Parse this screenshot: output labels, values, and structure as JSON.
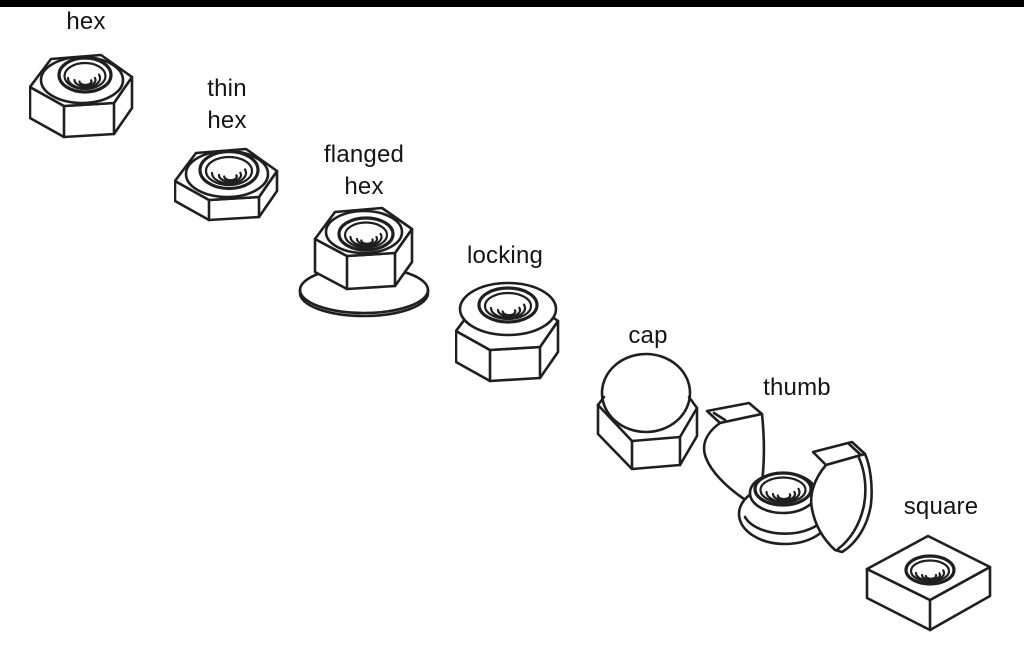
{
  "colors": {
    "top_bar": "#000000",
    "ink": "#1f1f1f",
    "background": "#ffffff"
  },
  "diagram": {
    "items": [
      {
        "id": "hex",
        "label": "hex"
      },
      {
        "id": "thin-hex",
        "label": "thin\nhex"
      },
      {
        "id": "flanged-hex",
        "label": "flanged\nhex"
      },
      {
        "id": "locking",
        "label": "locking"
      },
      {
        "id": "cap",
        "label": "cap"
      },
      {
        "id": "thumb",
        "label": "thumb"
      },
      {
        "id": "square",
        "label": "square"
      }
    ]
  }
}
